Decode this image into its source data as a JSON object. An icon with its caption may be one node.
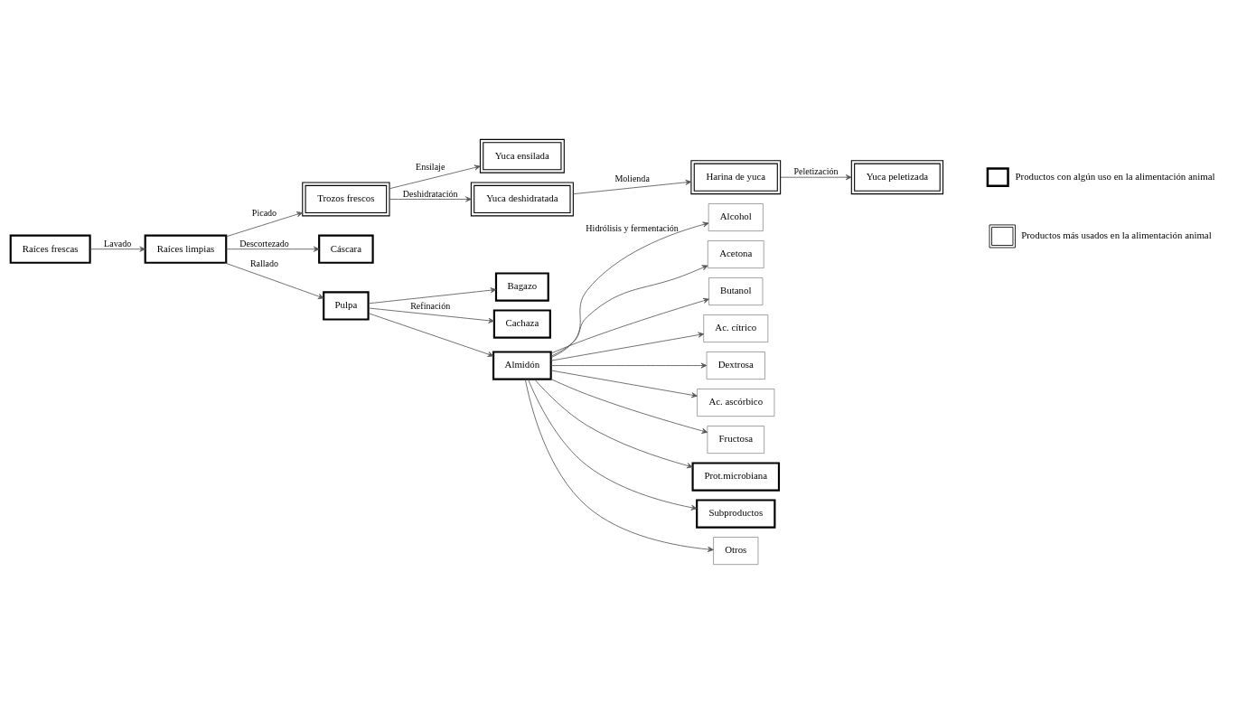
{
  "diagram": {
    "nodes": [
      {
        "text": [
          "Raíces frescas"
        ]
      },
      {
        "text": [
          "Raíces limpias"
        ]
      },
      {
        "text": [
          "Trozos frescos"
        ]
      },
      {
        "text": [
          "Yuca ensilada"
        ]
      },
      {
        "text": [
          "Yuca deshidratada"
        ]
      },
      {
        "text": [
          "Harina de yuca"
        ]
      },
      {
        "text": [
          "Yuca peletizada"
        ]
      },
      {
        "text": [
          "Cáscara"
        ]
      },
      {
        "text": [
          "Pulpa"
        ]
      },
      {
        "text": [
          "Bagazo"
        ]
      },
      {
        "text": [
          "Cachaza"
        ]
      },
      {
        "text": [
          "Almidón"
        ]
      },
      {
        "text": [
          "Alcohol"
        ]
      },
      {
        "text": [
          "Acetona"
        ]
      },
      {
        "text": [
          "Butanol"
        ]
      },
      {
        "text": [
          "Ac. cítrico"
        ]
      },
      {
        "text": [
          "Dextrosa"
        ]
      },
      {
        "text": [
          "Ac. ascórbico"
        ]
      },
      {
        "text": [
          "Fructosa"
        ]
      },
      {
        "text": [
          "Prot.microbiana"
        ]
      },
      {
        "text": [
          "Subproductos"
        ]
      },
      {
        "text": [
          "Otros"
        ]
      }
    ],
    "edges": [
      {
        "from": 0,
        "to": 1,
        "arrow": "to",
        "label": "Lavado"
      },
      {
        "from": 1,
        "to": 2,
        "arrow": "to",
        "label": "Picado"
      },
      {
        "from": 2,
        "to": 3,
        "arrow": "to",
        "label": "Ensilaje"
      },
      {
        "from": 2,
        "to": 4,
        "arrow": "to",
        "label": "Deshidratación"
      },
      {
        "from": 4,
        "to": 5,
        "arrow": "to",
        "label": "Molienda"
      },
      {
        "from": 5,
        "to": 6,
        "arrow": "to",
        "label": "Peletización"
      },
      {
        "from": 1,
        "to": 7,
        "arrow": "to",
        "label": "Descortezado"
      },
      {
        "from": 1,
        "to": 8,
        "arrow": "to",
        "label": "Rallado"
      },
      {
        "from": 8,
        "to": 9,
        "arrow": "to"
      },
      {
        "from": 8,
        "to": 10,
        "arrow": "to",
        "label": "Refinación"
      },
      {
        "from": 8,
        "to": 11,
        "arrow": "to"
      },
      {
        "from": 11,
        "to": 12,
        "arrow": "to",
        "label": "Hidrólisis y fermentación"
      },
      {
        "from": 11,
        "to": 13,
        "arrow": "to"
      },
      {
        "from": 11,
        "to": 14,
        "arrow": "to"
      },
      {
        "from": 11,
        "to": 15,
        "arrow": "to"
      },
      {
        "from": 11,
        "to": 16,
        "arrow": "to"
      },
      {
        "from": 11,
        "to": 17,
        "arrow": "to"
      },
      {
        "from": 11,
        "to": 18,
        "arrow": "to"
      },
      {
        "from": 11,
        "to": 19,
        "arrow": "to"
      },
      {
        "from": 11,
        "to": 20,
        "arrow": "to"
      },
      {
        "from": 11,
        "to": 21,
        "arrow": "to"
      }
    ],
    "legend": [
      {
        "text": "Productos con algún uso en la alimentación animal"
      },
      {
        "text": "Productos más usados en la alimentación animal"
      }
    ]
  }
}
